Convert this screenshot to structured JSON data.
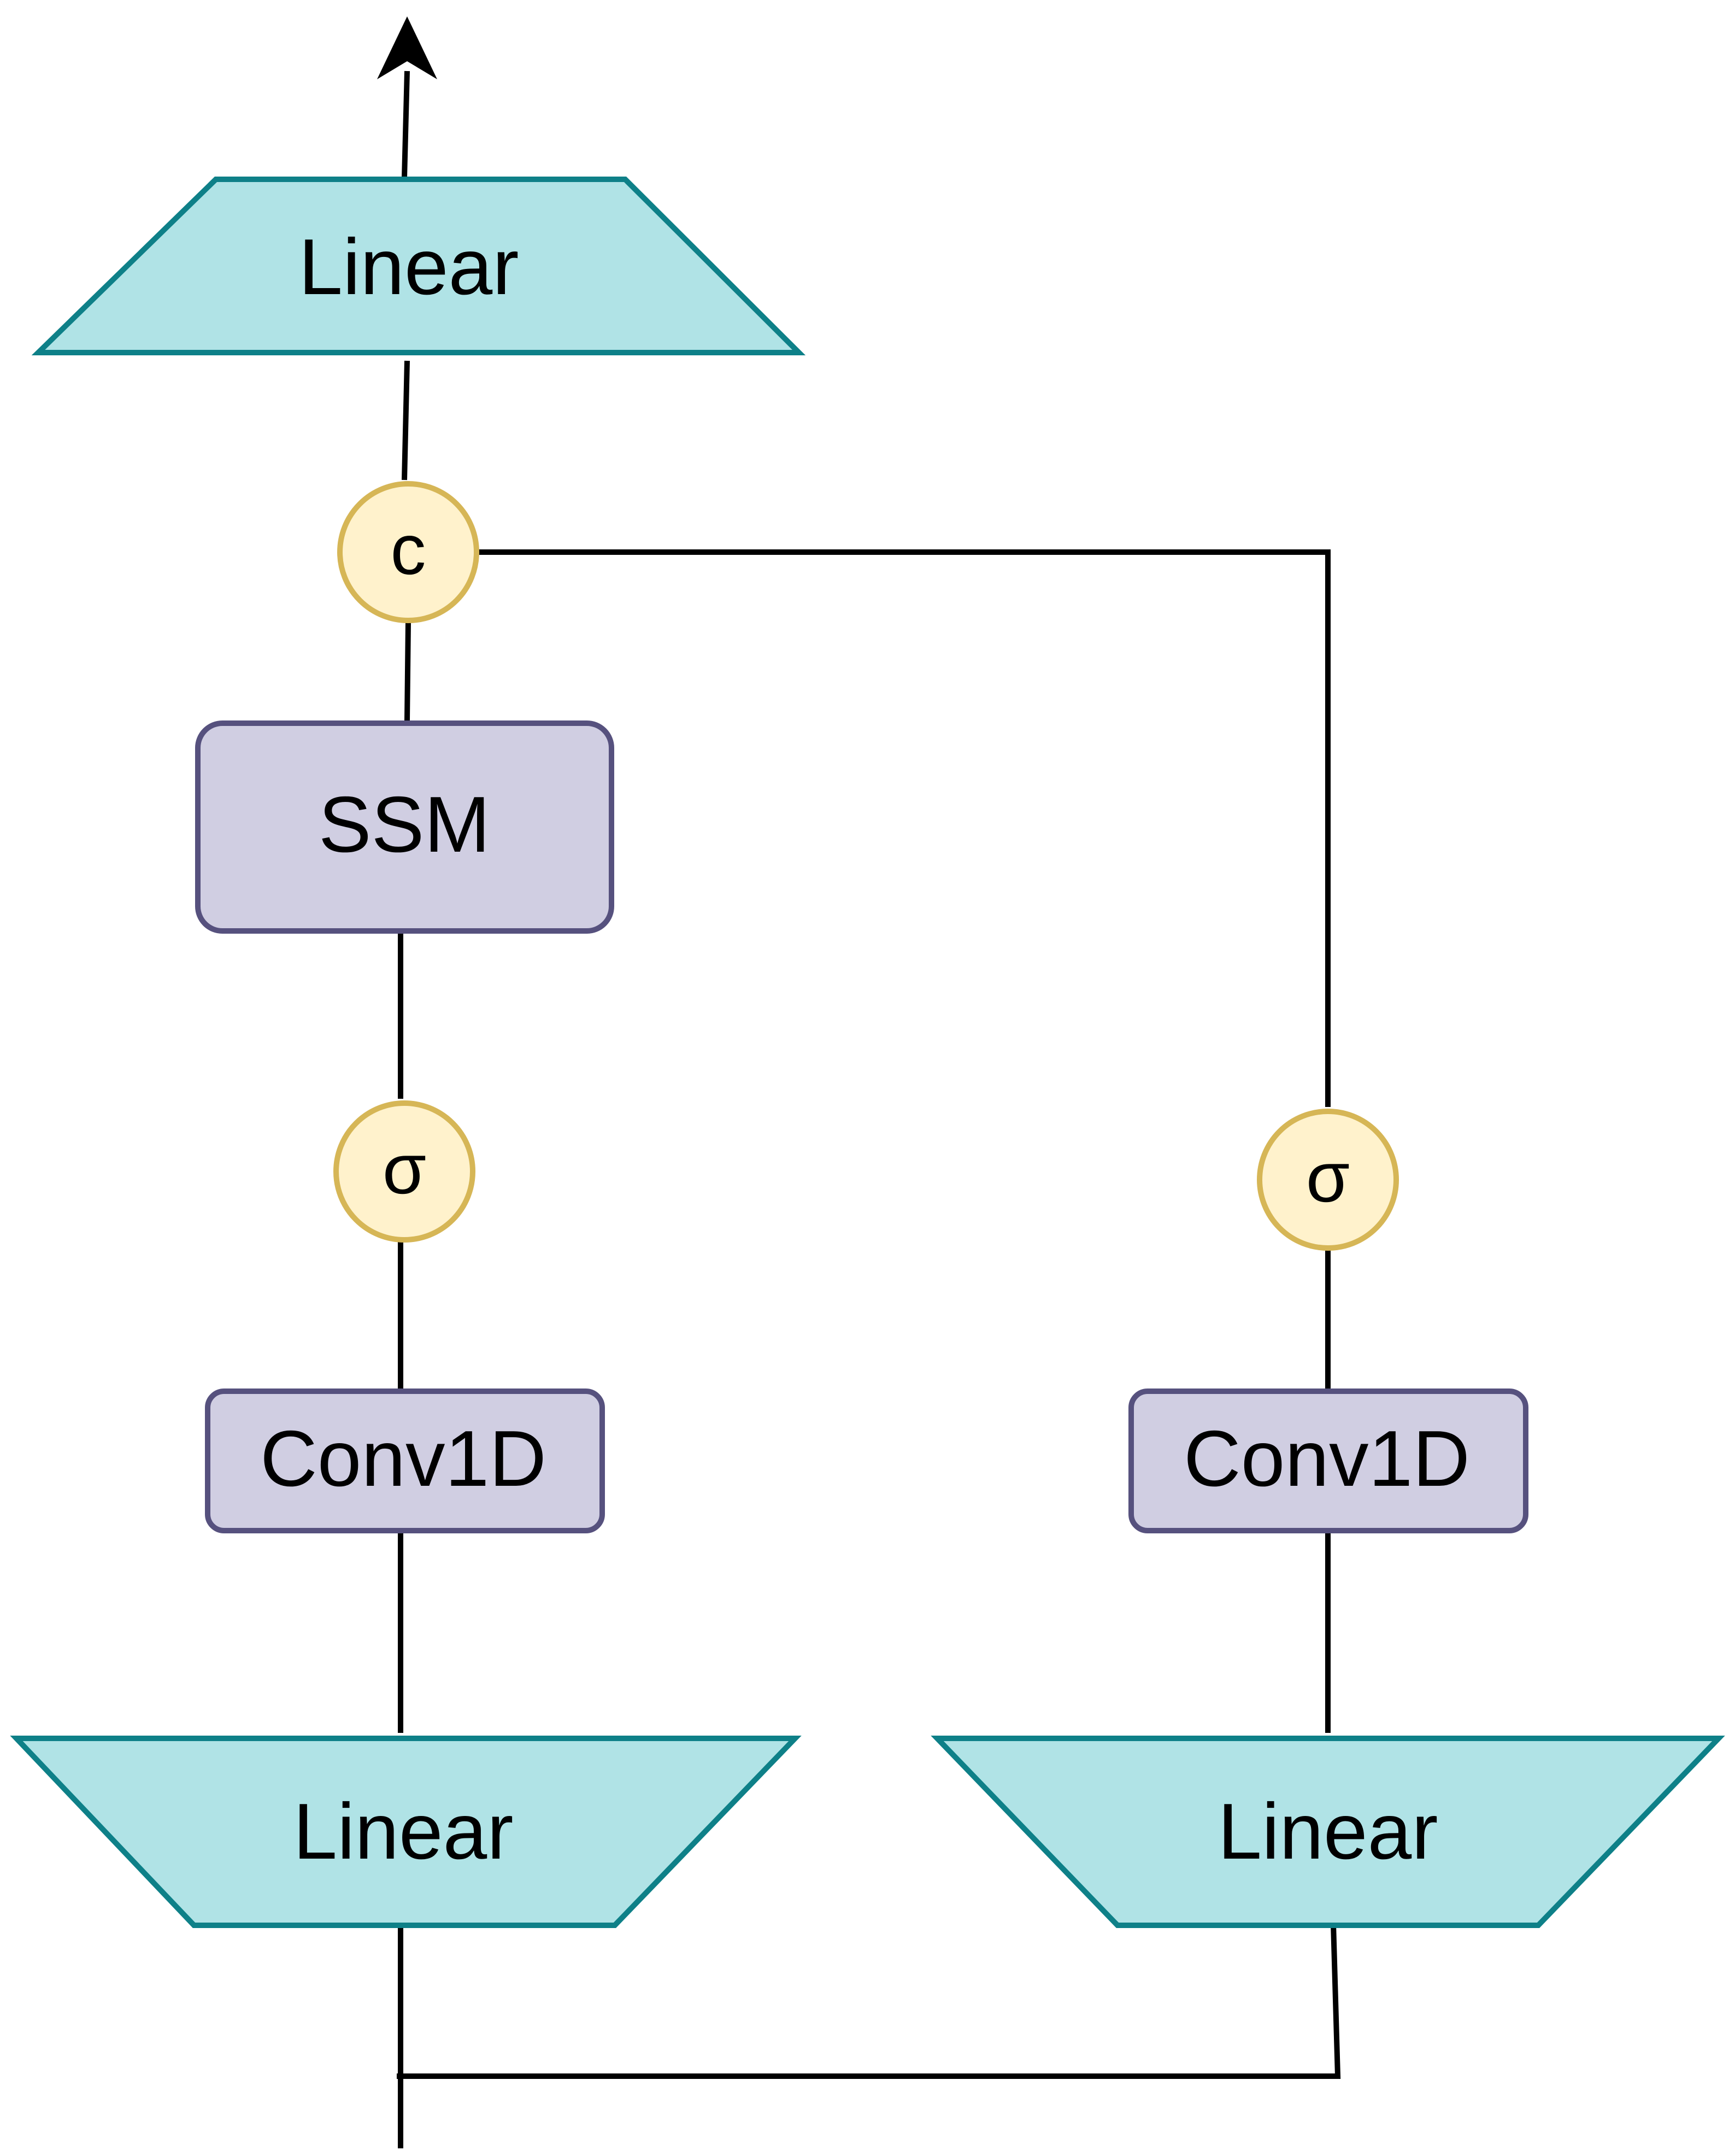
{
  "colors": {
    "linear_fill": "#b0e3e6",
    "linear_stroke": "#0e8088",
    "block_fill": "#d0cee2",
    "block_stroke": "#56517e",
    "op_fill": "#fff2cc",
    "op_stroke": "#d6b656",
    "wire": "#000000"
  },
  "blocks": {
    "linear_out": "Linear",
    "concat": "c",
    "ssm": "SSM",
    "act_left": "σ",
    "conv_left": "Conv1D",
    "linear_in_left": "Linear",
    "act_right": "σ",
    "conv_right": "Conv1D",
    "linear_in_right": "Linear"
  }
}
